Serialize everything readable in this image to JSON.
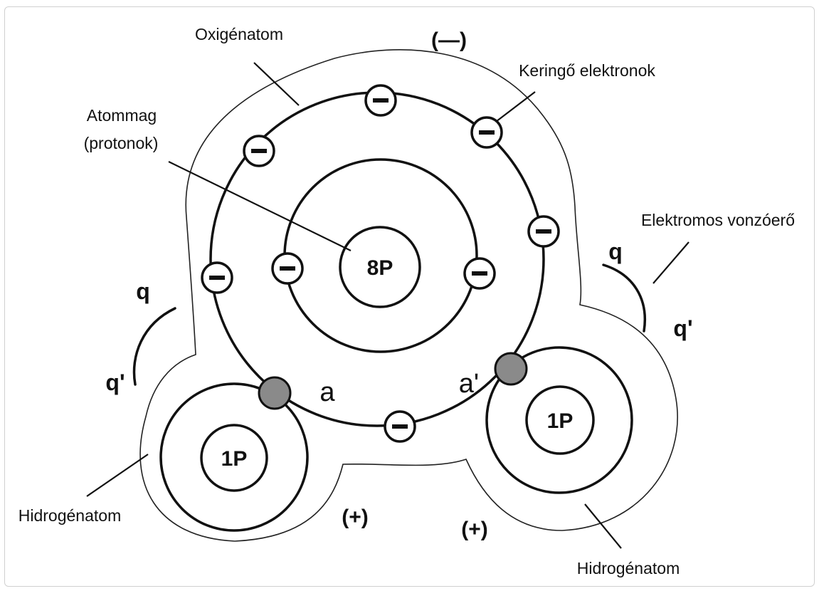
{
  "labels": {
    "oxygen_atom": "Oxigénatom",
    "orbiting_electrons": "Keringő elektronok",
    "nucleus_line1": "Atommag",
    "nucleus_line2": "(protonok)",
    "electric_attraction": "Elektromos vonzóerő",
    "hydrogen_atom_left": "Hidrogénatom",
    "hydrogen_atom_right": "Hidrogénatom",
    "oxygen_nucleus": "8P",
    "hydrogen_nucleus_left": "1P",
    "hydrogen_nucleus_right": "1P",
    "bond_left": "a",
    "bond_right": "a'",
    "q_left": "q",
    "q_prime_left": "q'",
    "q_right": "q",
    "q_prime_right": "q'",
    "charge_negative": "(—)",
    "charge_positive_left": "(+)",
    "charge_positive_right": "(+)"
  },
  "colors": {
    "line": "#111111",
    "shared_electron": "#8a8a8a",
    "background": "#ffffff"
  }
}
